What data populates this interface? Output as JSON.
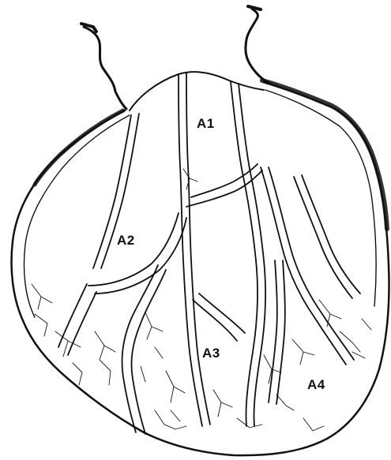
{
  "figure": {
    "stroke_color": "#111111",
    "background": "#ffffff",
    "regions": [
      {
        "id": "a1",
        "label": "A1"
      },
      {
        "id": "a2",
        "label": "A2"
      },
      {
        "id": "a3",
        "label": "A3"
      },
      {
        "id": "a4",
        "label": "A4"
      }
    ]
  }
}
